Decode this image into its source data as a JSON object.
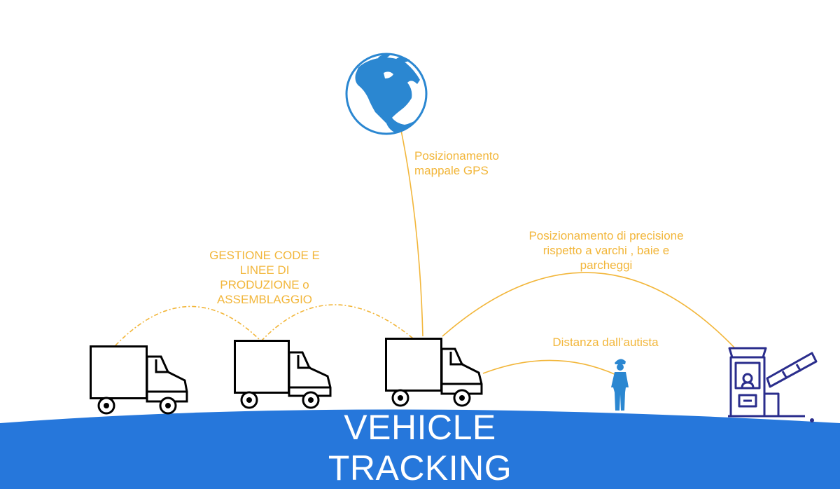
{
  "title_lines": [
    "VEHICLE",
    "TRACKING"
  ],
  "labels": {
    "gps": [
      "Posizionamento",
      "mappale GPS"
    ],
    "queue": [
      "GESTIONE CODE E",
      "LINEE DI",
      "PRODUZIONE o",
      "ASSEMBLAGGIO"
    ],
    "precision": [
      "Posizionamento di precisione",
      "rispetto a varchi , baie e",
      "parcheggi"
    ],
    "driver": [
      "Distanza dall’autista"
    ]
  },
  "icons": [
    "globe-icon",
    "truck-icon",
    "worker-icon",
    "gate-barrier-icon"
  ],
  "colors": {
    "accent_yellow": "#f2b63a",
    "ground_blue": "#2677db",
    "globe_blue": "#2b87d1",
    "gate_navy": "#2a2d8c",
    "truck_black": "#000000"
  }
}
